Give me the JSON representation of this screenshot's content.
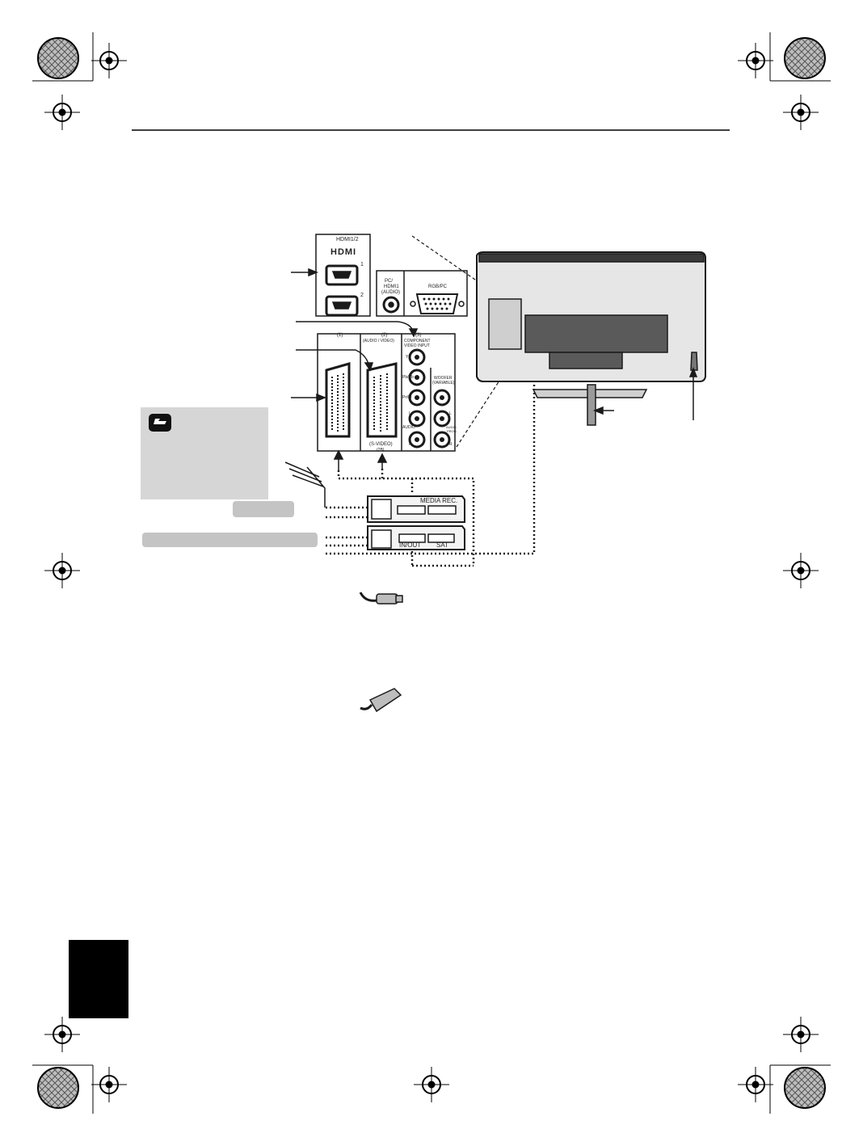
{
  "hdmi_panel": {
    "title": "HDMI1/2",
    "logo": "HDMI",
    "port_1": "1",
    "port_2": "2"
  },
  "pc_panel": {
    "pc_label_1": "PC/",
    "pc_label_2": "HDMI1",
    "pc_label_3": "(AUDIO)",
    "rgb_label": "RGB/PC"
  },
  "scart_panel": {
    "scart_1": "(1)",
    "scart_2": "(2)",
    "scart_2_sub": "(AUDIO / VIDEO)",
    "scart_2_bottom": "(S-VIDEO)",
    "scart_2_bottom_b": "(2B)",
    "component_title": "(3)",
    "component_sub_1": "COMPONENT",
    "component_sub_2": "VIDEO INPUT",
    "y": "Y",
    "pb": "Pb/Cb",
    "pr": "Pr/Cr",
    "audio": "AUDIO",
    "l": "L",
    "r": "R",
    "woofer_1": "WOOFER",
    "woofer_2": "(VARIABLE)",
    "audio_out_1": "AUDIO",
    "audio_out_2": "PROG.",
    "l2": "L",
    "r2": "R"
  },
  "devices": {
    "recorder_label": "MEDIA REC.",
    "decoder_label_1": "IN/OUT",
    "decoder_label_2": "SAT"
  },
  "colors": {
    "line": "#1a1a1a",
    "note_bg": "#d6d6d6",
    "pill_bg": "#c4c4c4",
    "tv_body": "#e6e6e6"
  }
}
